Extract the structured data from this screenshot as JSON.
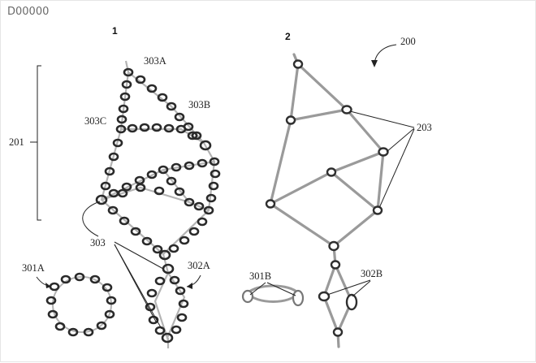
{
  "document_id": "D00000",
  "figures": {
    "left": {
      "number": "1"
    },
    "right": {
      "number": "2"
    }
  },
  "labels": {
    "overall": "200",
    "mesh_group": "201",
    "node_group_left": "303",
    "node_group_right": "203",
    "left_nodes": [
      "303A",
      "303B",
      "303C"
    ],
    "loop_left_a": "301A",
    "loop_right_a": "302A",
    "loop_left_b": "301B",
    "loop_right_b": "302B"
  }
}
